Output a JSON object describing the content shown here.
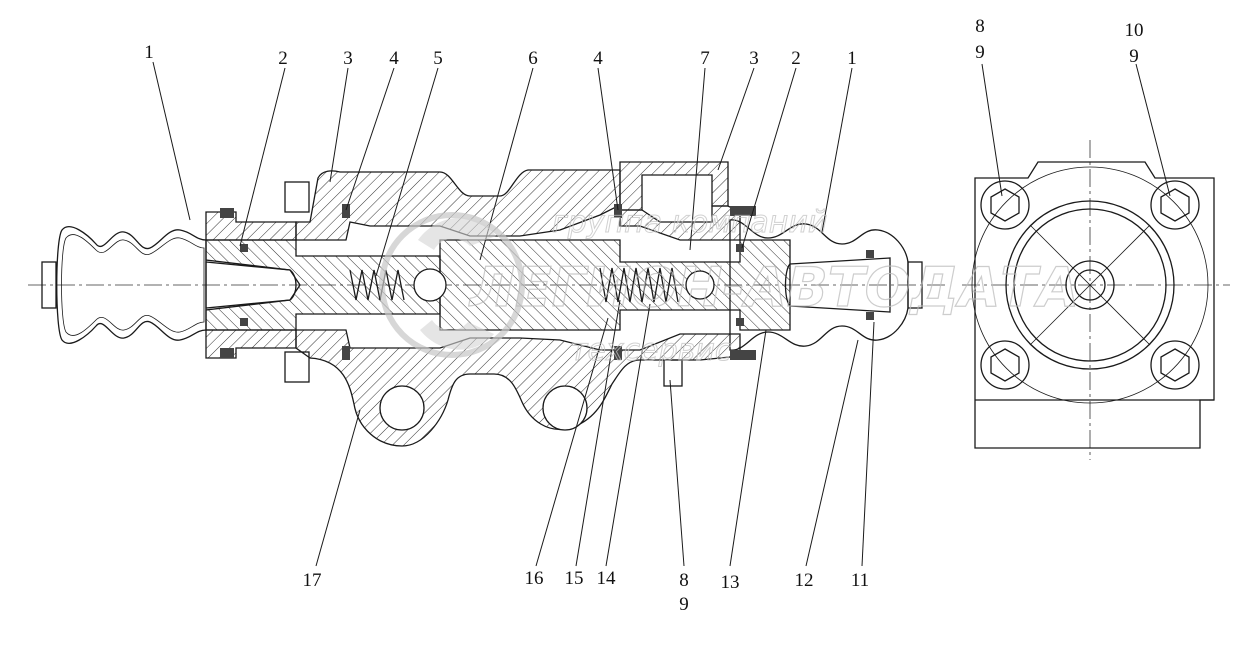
{
  "callouts": {
    "top": [
      "1",
      "2",
      "3",
      "4",
      "5",
      "6",
      "4",
      "7",
      "3",
      "2",
      "1"
    ],
    "bottom": [
      "17",
      "16",
      "15",
      "14",
      "8",
      "9",
      "13",
      "12",
      "11"
    ],
    "end_view": [
      "8",
      "9",
      "10",
      "9"
    ]
  },
  "watermark": {
    "line1": "группа компаний",
    "line2": "ЛЕГИОН-АВТОДАТА",
    "line3": "техсервис"
  },
  "colors": {
    "line": "#1a1a1a",
    "watermark": "#bdbdbd"
  }
}
